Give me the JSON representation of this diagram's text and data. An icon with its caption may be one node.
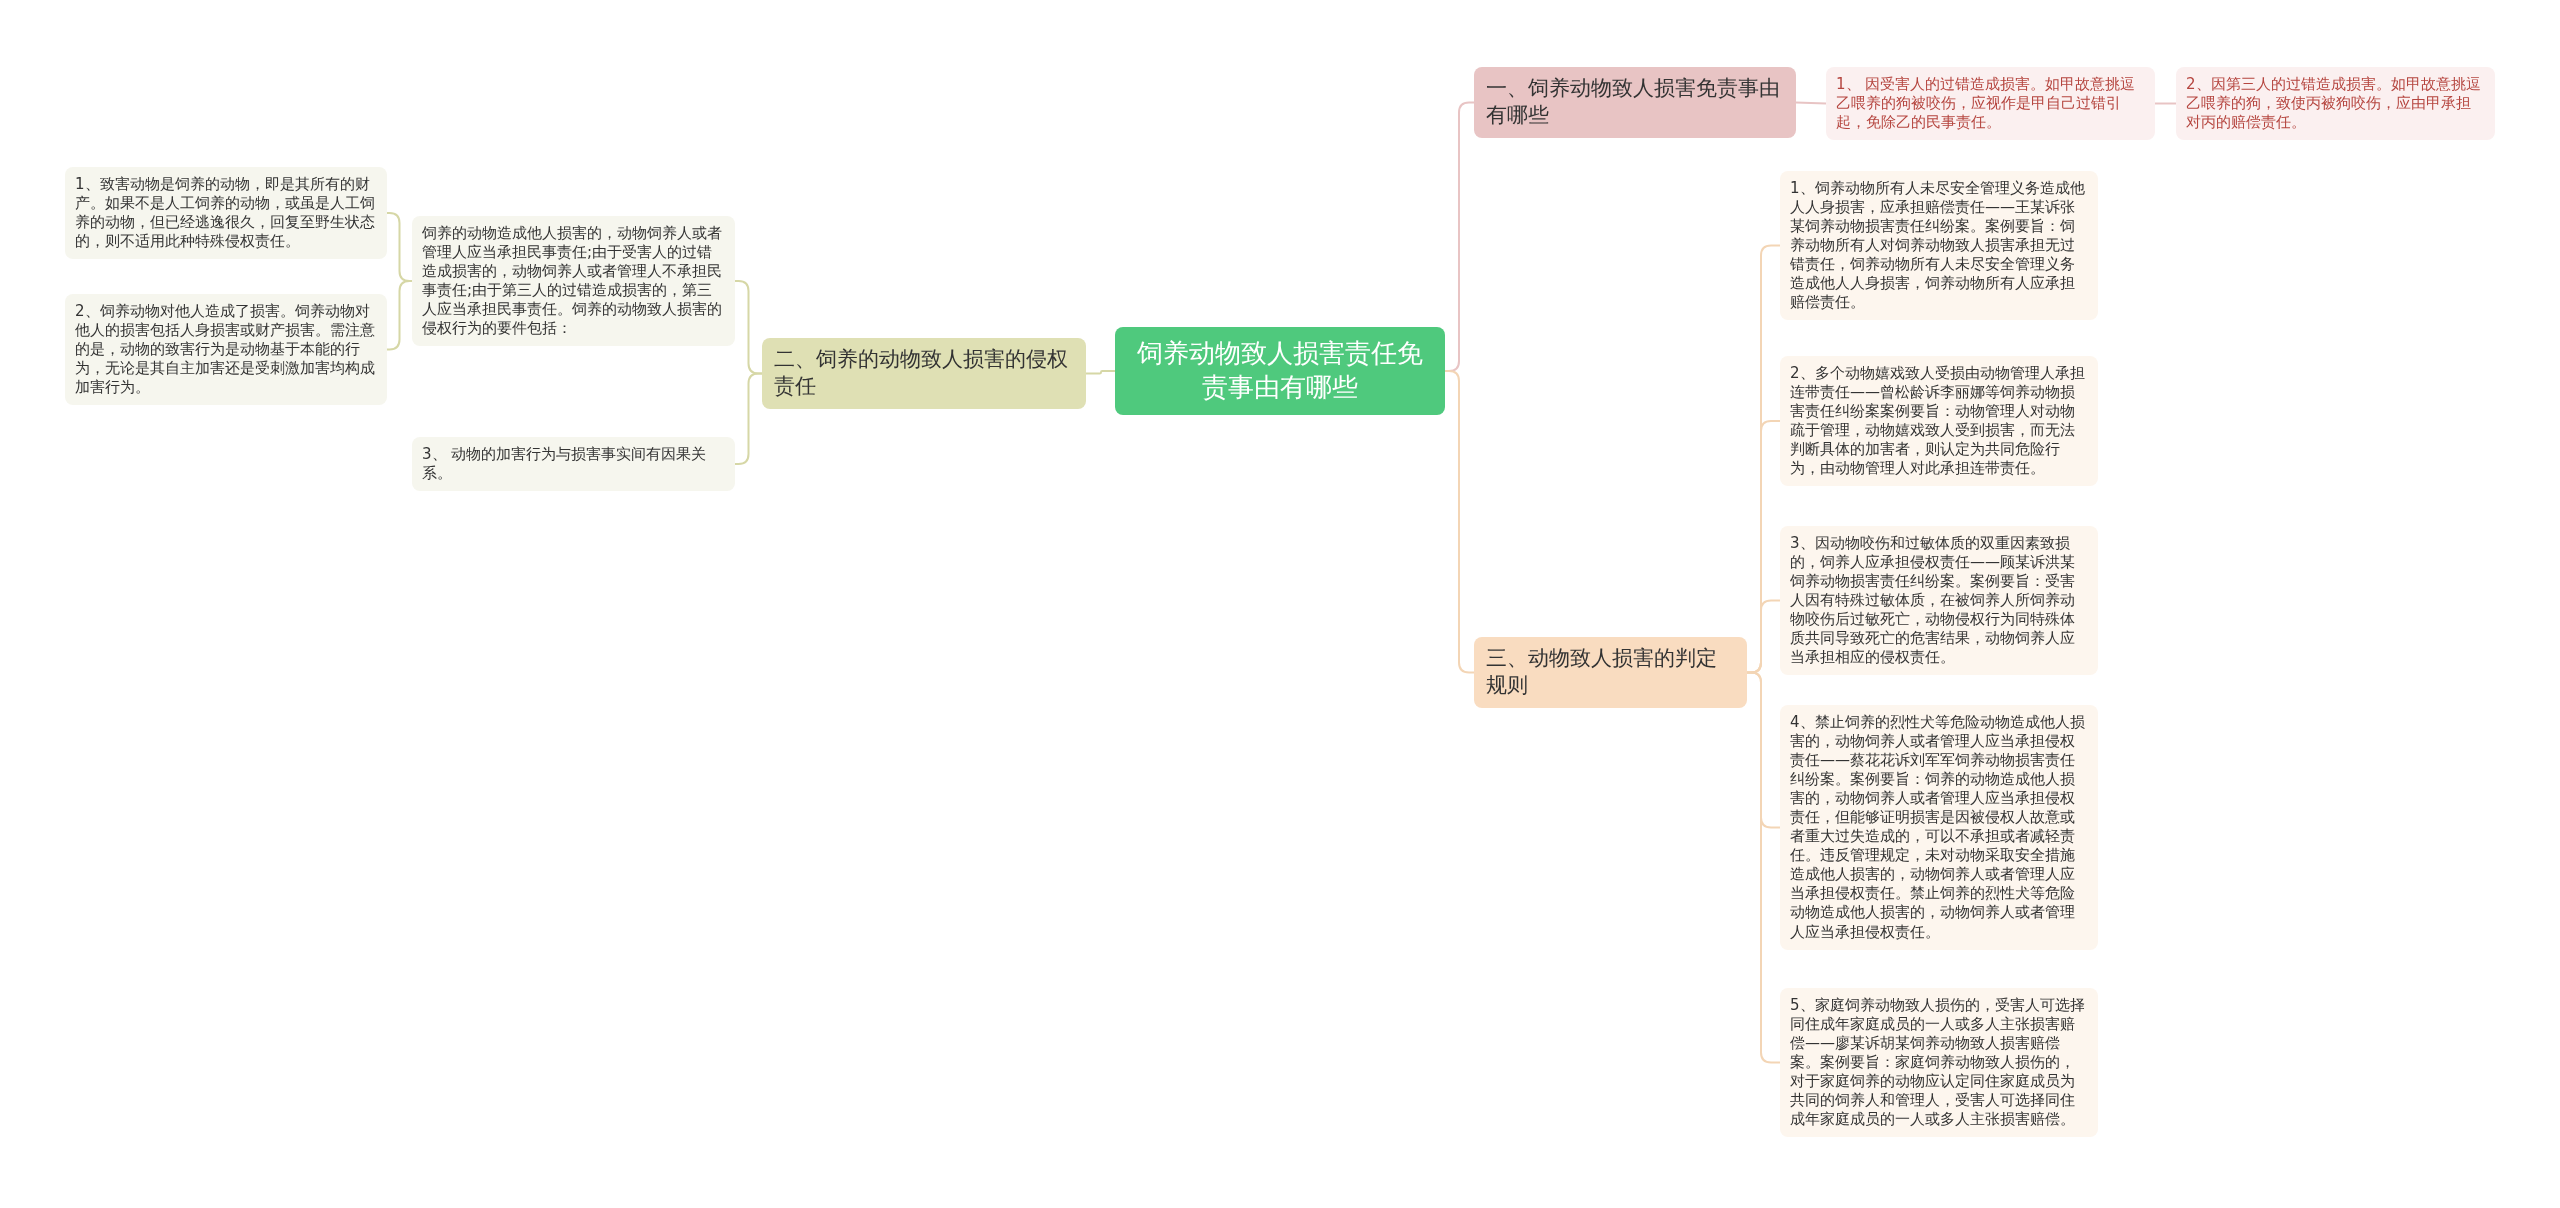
{
  "diagram": {
    "nodes": [
      {
        "text": [
          "饲养动物致人损害责任免责事由有哪些"
        ]
      },
      {
        "text": [
          "一、饲养动物致人损害免责事由有哪些"
        ]
      },
      {
        "text": [
          "1、 因受害人的过错造成损害。如甲故意挑逗乙喂养的狗被咬伤，应视作是甲自己过错引起，免除乙的民事责任。"
        ]
      },
      {
        "text": [
          "2、因第三人的过错造成损害。如甲故意挑逗乙喂养的狗，致使丙被狗咬伤，应由甲承担对丙的赔偿责任。"
        ]
      },
      {
        "text": [
          "二、饲养的动物致人损害的侵权责任"
        ]
      },
      {
        "text": [
          "饲养的动物造成他人损害的，动物饲养人或者管理人应当承担民事责任;由于受害人的过错造成损害的，动物饲养人或者管理人不承担民事责任;由于第三人的过错造成损害的，第三人应当承担民事责任。饲养的动物致人损害的侵权行为的要件包括："
        ]
      },
      {
        "text": [
          "1、致害动物是饲养的动物，即是其所有的财产。如果不是人工饲养的动物，或虽是人工饲养的动物，但已经逃逸很久，回复至野生状态的，则不适用此种特殊侵权责任。"
        ]
      },
      {
        "text": [
          "2、饲养动物对他人造成了损害。饲养动物对他人的损害包括人身损害或财产损害。需注意的是，动物的致害行为是动物基于本能的行为，无论是其自主加害还是受刺激加害均构成加害行为。"
        ]
      },
      {
        "text": [
          "3、 动物的加害行为与损害事实间有因果关系。"
        ]
      },
      {
        "text": [
          "三、动物致人损害的判定规则"
        ]
      },
      {
        "text": [
          "1、饲养动物所有人未尽安全管理义务造成他人人身损害，应承担赔偿责任——王某诉张某饲养动物损害责任纠纷案。案例要旨：饲养动物所有人对饲养动物致人损害承担无过错责任，饲养动物所有人未尽安全管理义务造成他人人身损害，饲养动物所有人应承担赔偿责任。"
        ]
      },
      {
        "text": [
          "2、多个动物嬉戏致人受损由动物管理人承担连带责任——曾松龄诉李丽娜等饲养动物损害责任纠纷案案例要旨：动物管理人对动物疏于管理，动物嬉戏致人受到损害，而无法判断具体的加害者，则认定为共同危险行为，由动物管理人对此承担连带责任。"
        ]
      },
      {
        "text": [
          "3、因动物咬伤和过敏体质的双重因素致损的，饲养人应承担侵权责任——顾某诉洪某饲养动物损害责任纠纷案。案例要旨：受害人因有特殊过敏体质，在被饲养人所饲养动物咬伤后过敏死亡，动物侵权行为同特殊体质共同导致死亡的危害结果，动物饲养人应当承担相应的侵权责任。"
        ]
      },
      {
        "text": [
          "4、禁止饲养的烈性犬等危险动物造成他人损害的，动物饲养人或者管理人应当承担侵权责任——蔡花花诉刘军军饲养动物损害责任纠纷案。案例要旨：饲养的动物造成他人损害的，动物饲养人或者管理人应当承担侵权责任，但能够证明损害是因被侵权人故意或者重大过失造成的，可以不承担或者减轻责任。违反管理规定，未对动物采取安全措施造成他人损害的，动物饲养人或者管理人应当承担侵权责任。禁止饲养的烈性犬等危险动物造成他人损害的，动物饲养人或者管理人应当承担侵权责任。"
        ]
      },
      {
        "text": [
          "5、家庭饲养动物致人损伤的，受害人可选择同住成年家庭成员的一人或多人主张损害赔偿——廖某诉胡某饲养动物致人损害赔偿案。案例要旨：家庭饲养动物致人损伤的，对于家庭饲养的动物应认定同住家庭成员为共同的饲养人和管理人，受害人可选择同住成年家庭成员的一人或多人主张损害赔偿。"
        ]
      }
    ],
    "edges": [
      {
        "from": 0,
        "to": 1,
        "arrow": "none",
        "color": "#e8c4c4"
      },
      {
        "from": 1,
        "to": 2,
        "arrow": "none",
        "color": "#e8c4c4"
      },
      {
        "from": 2,
        "to": 3,
        "arrow": "none",
        "color": "#e8c4c4"
      },
      {
        "from": 0,
        "to": 4,
        "arrow": "none",
        "color": "#d6d7a6"
      },
      {
        "from": 4,
        "to": 5,
        "arrow": "none",
        "color": "#d6d7a6"
      },
      {
        "from": 5,
        "to": 6,
        "arrow": "none",
        "color": "#d6d7a6"
      },
      {
        "from": 5,
        "to": 7,
        "arrow": "none",
        "color": "#d6d7a6"
      },
      {
        "from": 4,
        "to": 8,
        "arrow": "none",
        "color": "#d6d7a6"
      },
      {
        "from": 0,
        "to": 9,
        "arrow": "none"
      },
      {
        "from": 9,
        "to": 10,
        "arrow": "none"
      },
      {
        "from": 9,
        "to": 11,
        "arrow": "none"
      },
      {
        "from": 9,
        "to": 12,
        "arrow": "none"
      },
      {
        "from": 9,
        "to": 13,
        "arrow": "none"
      },
      {
        "from": 9,
        "to": 14,
        "arrow": "none"
      }
    ]
  }
}
